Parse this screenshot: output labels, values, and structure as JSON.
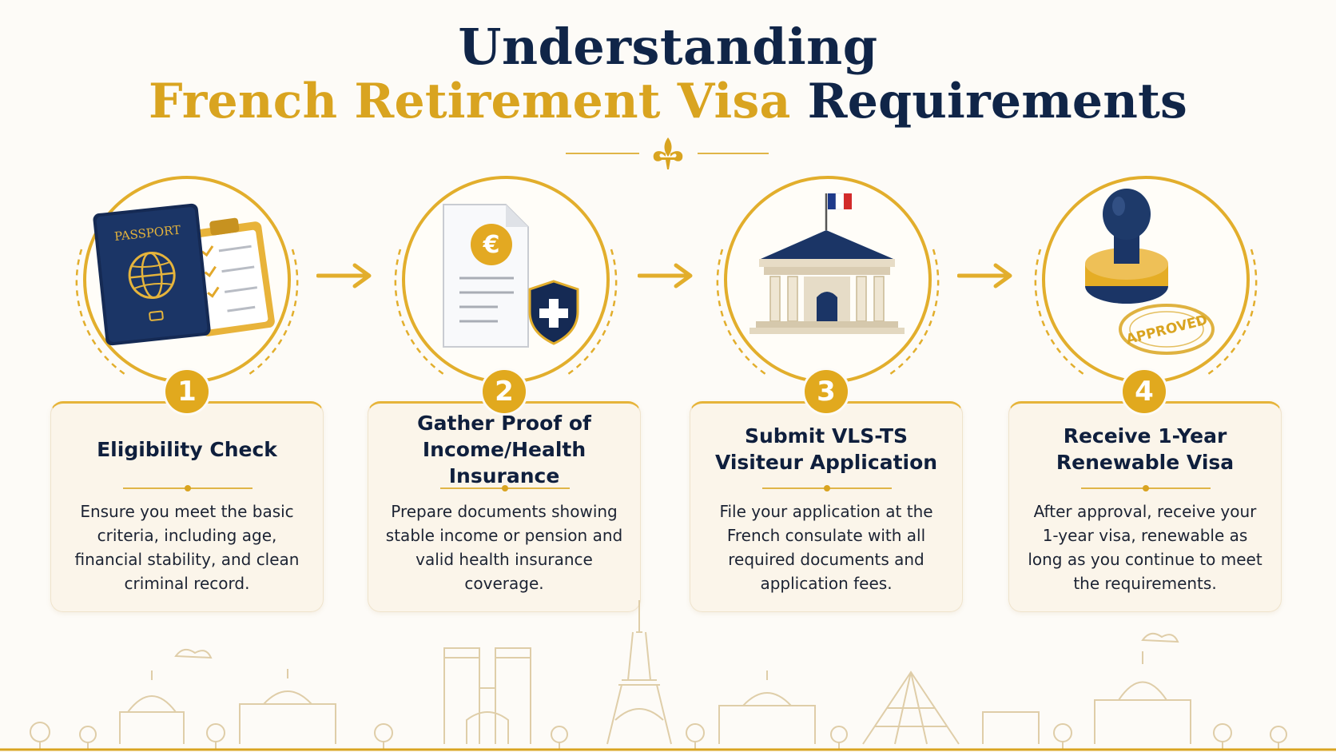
{
  "title": {
    "line1": "Understanding",
    "line2_gold": "French Retirement Visa",
    "line2_navy": "Requirements"
  },
  "colors": {
    "navy": "#102548",
    "gold": "#d9a420",
    "card_bg": "#fbf5ea"
  },
  "steps": [
    {
      "number": "1",
      "title": "Eligibility Check",
      "description": "Ensure you meet the basic criteria, including age, financial stability, and clean criminal record.",
      "icon": "passport-checklist-icon",
      "passport_label": "PASSPORT"
    },
    {
      "number": "2",
      "title": "Gather Proof of Income/Health Insurance",
      "description": "Prepare documents showing stable income or pension and valid health insurance coverage.",
      "icon": "document-euro-shield-icon",
      "currency_symbol": "€"
    },
    {
      "number": "3",
      "title": "Submit VLS-TS Visiteur Application",
      "description": "File your application at the French consulate with all required documents and application fees.",
      "icon": "consulate-building-icon"
    },
    {
      "number": "4",
      "title": "Receive 1-Year Renewable Visa",
      "description": "After approval, receive your 1-year visa, renewable as long as you continue to meet the requirements.",
      "icon": "approved-stamp-icon",
      "stamp_label": "APPROVED"
    }
  ]
}
